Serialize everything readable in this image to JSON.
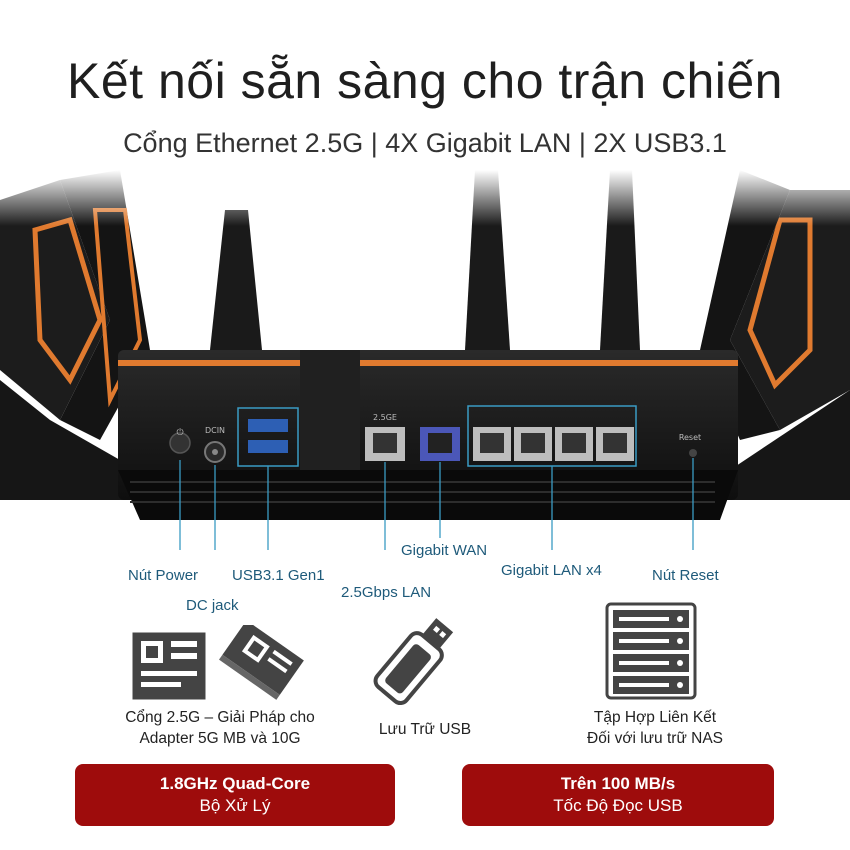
{
  "header": {
    "title": "Kết nối sẵn sàng cho trận chiến",
    "subtitle": "Cổng Ethernet 2.5G | 4X Gigabit LAN | 2X USB3.1"
  },
  "router": {
    "port_labels": {
      "dcin": "DCIN",
      "port25": "2.5GE",
      "reset": "Reset"
    },
    "callouts": {
      "power": "Nút Power",
      "dc_jack": "DC jack",
      "usb": "USB3.1 Gen1",
      "lan25": "2.5Gbps LAN",
      "wan": "Gigabit WAN",
      "lan4": "Gigabit LAN x4",
      "reset": "Nút Reset"
    },
    "colors": {
      "accent": "#e07a2f",
      "callout_line": "#3a9bc4",
      "body": "#1b1b1b"
    }
  },
  "features": [
    {
      "icon": "motherboard-icon",
      "line1": "Cổng 2.5G – Giải Pháp cho",
      "line2": "Adapter 5G MB và 10G"
    },
    {
      "icon": "usb-drive-icon",
      "line1": "Lưu Trữ USB",
      "line2": ""
    },
    {
      "icon": "nas-server-icon",
      "line1": "Tập Hợp Liên Kết",
      "line2": "Đối với lưu trữ NAS"
    }
  ],
  "badges": [
    {
      "line1": "1.8GHz Quad-Core",
      "line2": "Bộ Xử Lý"
    },
    {
      "line1": "Trên 100 MB/s",
      "line2": "Tốc Độ Đọc USB"
    }
  ],
  "badge_color": "#9e0c0c"
}
